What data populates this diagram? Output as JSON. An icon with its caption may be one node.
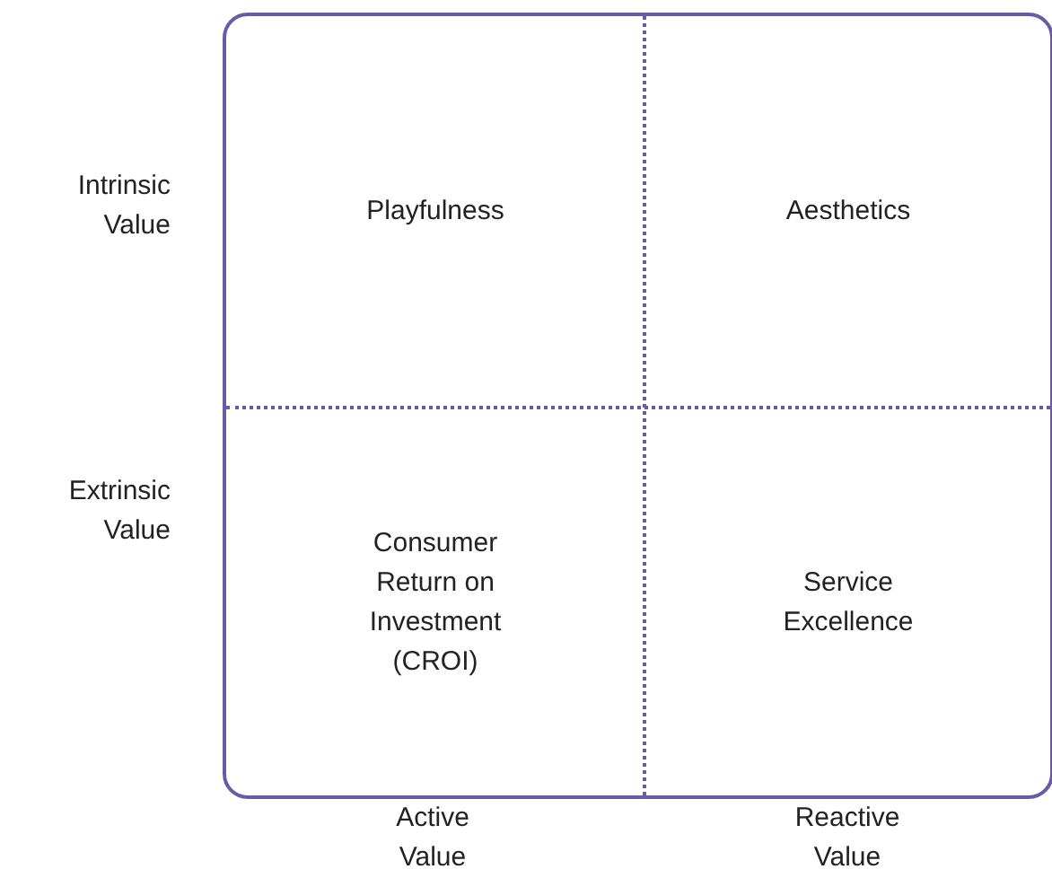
{
  "diagram": {
    "nodes": [
      {
        "text": [],
        "shape": "box"
      },
      {
        "text": [
          "Playfulness"
        ],
        "in": 0
      },
      {
        "text": [
          "Aesthetics"
        ],
        "in": 0
      },
      {
        "text": [
          "Consumer Return on Investment (CROI)"
        ],
        "in": 0
      },
      {
        "text": [
          "Service Excellence"
        ],
        "in": 0
      }
    ],
    "labels": [
      "Intrinsic Value",
      "Extrinsic Value",
      "Active Value",
      "Reactive Value"
    ]
  }
}
